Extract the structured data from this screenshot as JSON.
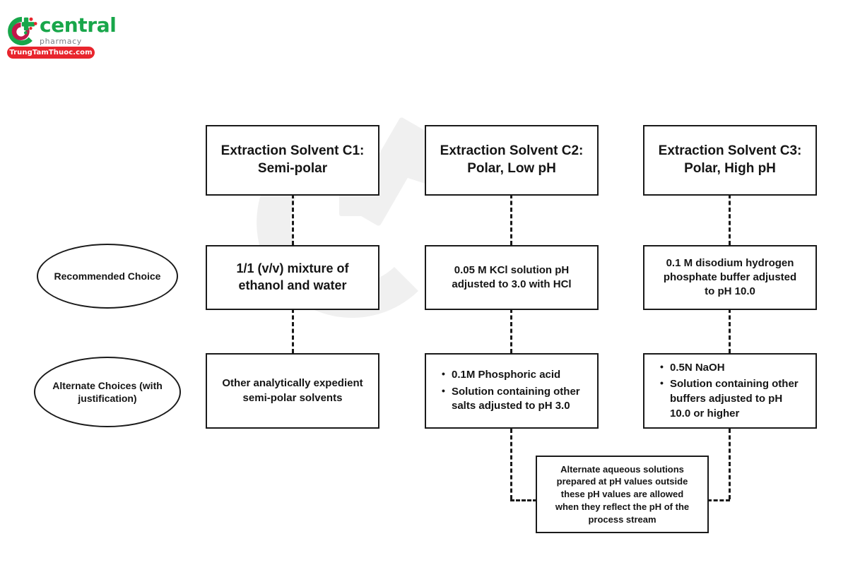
{
  "branding": {
    "logo_icon": "central-pharmacy-c-cross-logo",
    "name": "central",
    "tagline": "pharmacy",
    "badge": "TrungTamThuoc.com",
    "colors": {
      "green": "#18a64a",
      "red": "#e8252d",
      "grey": "#7b7f85"
    }
  },
  "watermark": {
    "icon": "central-pharmacy-watermark",
    "color": "#d9d9d9"
  },
  "diagram": {
    "row_labels": [
      {
        "id": "recommended",
        "text": "Recommended Choice"
      },
      {
        "id": "alternate",
        "text": "Alternate Choices (with justification)"
      }
    ],
    "columns": [
      {
        "id": "c1",
        "header": "Extraction Solvent C1: Semi-polar",
        "header_lines": [
          "Extraction Solvent C1:",
          "Semi-polar"
        ],
        "recommended": "1/1 (v/v) mixture of ethanol and water",
        "recommended_lines": [
          "1/1 (v/v) mixture of",
          "ethanol and water"
        ],
        "alternate_type": "text",
        "alternate_text": "Other analytically expedient semi-polar solvents",
        "alternate_lines": [
          "Other analytically expedient",
          "semi-polar solvents"
        ],
        "alternate_items": []
      },
      {
        "id": "c2",
        "header": "Extraction Solvent C2: Polar, Low pH",
        "header_lines": [
          "Extraction Solvent C2:",
          "Polar, Low pH"
        ],
        "recommended": "0.05 M KCl solution pH adjusted to 3.0 with HCl",
        "recommended_lines": [
          "0.05 M KCl solution pH",
          "adjusted to 3.0 with HCl"
        ],
        "alternate_type": "bullets",
        "alternate_text": "",
        "alternate_lines": [],
        "alternate_items": [
          "0.1M Phosphoric acid",
          "Solution containing other salts adjusted to pH 3.0"
        ]
      },
      {
        "id": "c3",
        "header": "Extraction Solvent C3: Polar, High pH",
        "header_lines": [
          "Extraction Solvent C3:",
          "Polar, High pH"
        ],
        "recommended": "0.1 M disodium hydrogen phosphate buffer adjusted to pH 10.0",
        "recommended_lines": [
          "0.1 M disodium hydrogen",
          "phosphate buffer adjusted",
          "to pH 10.0"
        ],
        "alternate_type": "bullets",
        "alternate_text": "",
        "alternate_lines": [],
        "alternate_items": [
          "0.5N NaOH",
          "Solution containing other buffers adjusted to pH 10.0 or higher"
        ]
      }
    ],
    "note": {
      "text": "Alternate aqueous solutions prepared at pH values outside these pH values are allowed when they reflect the pH of the process stream",
      "lines": [
        "Alternate aqueous solutions",
        "prepared at pH values outside",
        "these pH values are allowed",
        "when they reflect the pH of the",
        "process stream"
      ]
    },
    "connector_style": "dashed",
    "connector_color": "#1a1a1a"
  }
}
